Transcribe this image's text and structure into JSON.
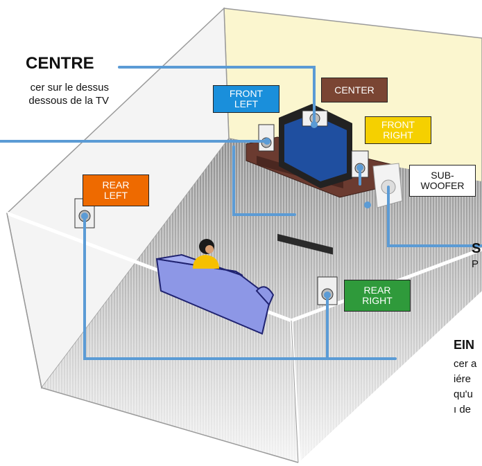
{
  "colors": {
    "callout_line": "#5b9bd5",
    "back_wall": "#fbf6cf",
    "floor_stripe": "#8c8c8c",
    "tv_stand": "#6b3b30"
  },
  "speakers": {
    "front_left": {
      "label": "FRONT\nLEFT",
      "bg": "#1a8fdb",
      "fg": "#ffffff"
    },
    "center": {
      "label": "CENTER",
      "bg": "#7a4533",
      "fg": "#ffffff"
    },
    "front_right": {
      "label": "FRONT\nRIGHT",
      "bg": "#f5d000",
      "fg": "#ffffff"
    },
    "subwoofer": {
      "label": "SUB-\nWOOFER",
      "bg": "#ffffff",
      "fg": "#111111"
    },
    "rear_left": {
      "label": "REAR\nLEFT",
      "bg": "#ee6a00",
      "fg": "#ffffff"
    },
    "rear_right": {
      "label": "REAR\nRIGHT",
      "bg": "#2f9a3b",
      "fg": "#ffffff"
    }
  },
  "callouts": {
    "centre": {
      "heading": "CENTRE",
      "line1": "cer sur le dessus",
      "line2": "dessous de la TV"
    },
    "sub_right": {
      "heading": "S",
      "line1": "P"
    },
    "rear_right_text": {
      "heading": "EIN",
      "line1": "cer a",
      "line2": "iére",
      "line3": "qu'u",
      "line4": "ı de"
    }
  }
}
